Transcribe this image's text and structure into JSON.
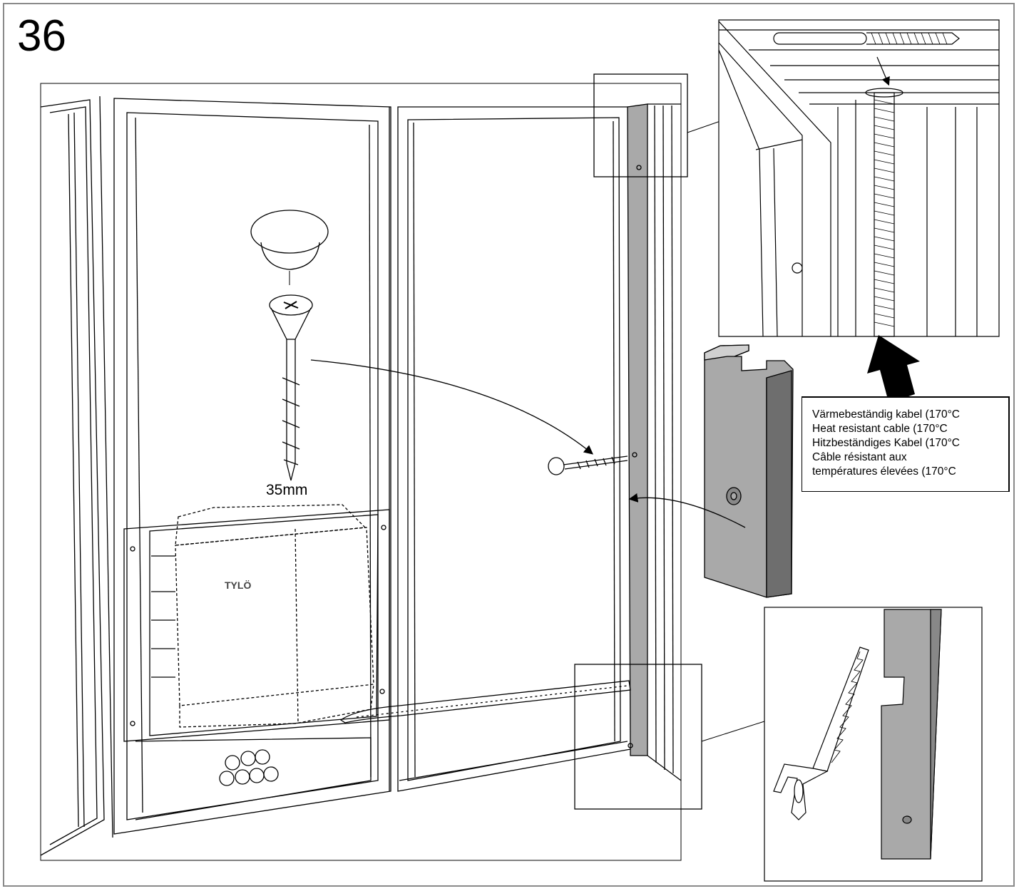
{
  "step": {
    "number": "36"
  },
  "screw": {
    "length_label": "35mm"
  },
  "heater": {
    "brand_mark": "TYLÖ"
  },
  "cable_note": {
    "lines": [
      "Värmebeständig kabel (170°C",
      "Heat resistant cable (170°C",
      "Hitzbeständiges Kabel (170°C",
      "Câble résistant aux",
      "températures élevées (170°C"
    ]
  },
  "colors": {
    "line": "#000000",
    "panel_gray": "#a9a9a9",
    "dark_gray": "#6e6e6e",
    "frame_border": "#8a8a8a"
  }
}
